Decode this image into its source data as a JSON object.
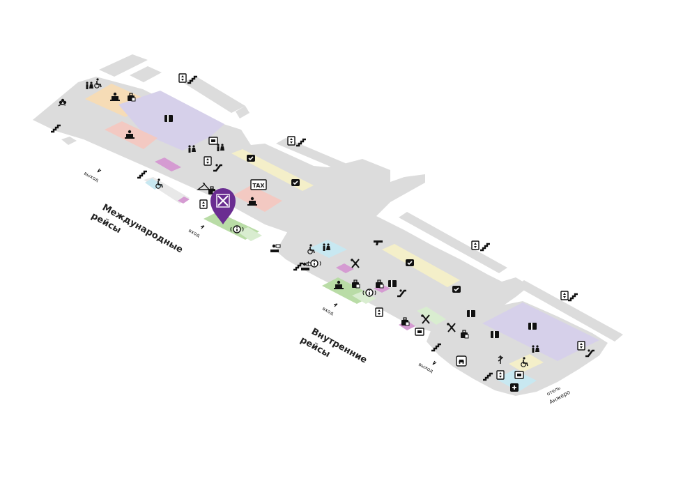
{
  "labels": {
    "international_1": "Международные",
    "international_2": "рейсы",
    "domestic_1": "Внутренние",
    "domestic_2": "рейсы",
    "exit": "выход",
    "entrance": "вход",
    "hotel_1": "отель",
    "hotel_2": "Анжеро",
    "tax": "TAX"
  },
  "colors": {
    "floor": "#dcdcdc",
    "lilac": "#d6d0ea",
    "salmon": "#f3c9c2",
    "peach": "#f6dcb6",
    "green": "#b9dca6",
    "light_green": "#d9edd0",
    "cream": "#f4efc9",
    "light_blue": "#c8e8f1",
    "magenta": "#d59bd2",
    "marker": "#6a2d91"
  },
  "icons": [
    "toilet-icon",
    "wheelchair-icon",
    "elevator-icon",
    "escalator-icon",
    "stairs-icon",
    "baggage-icon",
    "check-mark-icon",
    "restaurant-icon",
    "passport-control-icon",
    "information-icon",
    "tax-free-icon",
    "cloakroom-icon",
    "security-icon",
    "pharmacy-icon",
    "first-aid-icon",
    "taxi-icon",
    "atm-icon",
    "location-pin-icon"
  ]
}
